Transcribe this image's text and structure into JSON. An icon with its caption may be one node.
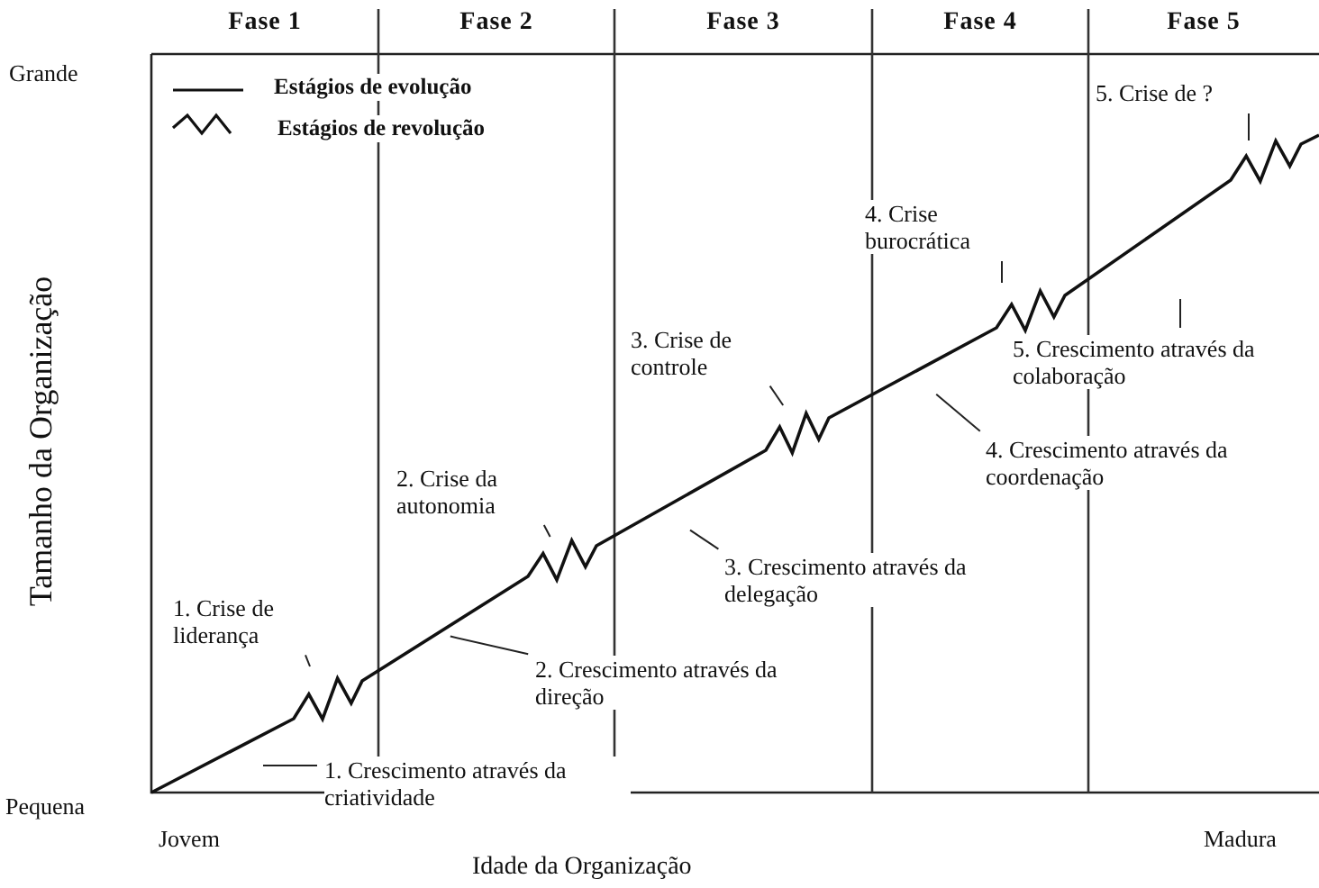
{
  "diagram": {
    "nodes": [
      {
        "text": [
          "5. Crise de ?"
        ]
      },
      {
        "text": [
          "4. Crise burocrática"
        ]
      },
      {
        "text": [
          "5. Crescimento através da colaboração"
        ]
      },
      {
        "text": [
          "3. Crise de controle"
        ]
      },
      {
        "text": [
          "4. Crescimento através da coordenação"
        ]
      },
      {
        "text": [
          "2. Crise da autonomia"
        ]
      },
      {
        "text": [
          "3. Crescimento através da delegação"
        ]
      },
      {
        "text": [
          "1. Crise de liderança"
        ]
      },
      {
        "text": [
          "2. Crescimento através da direção"
        ]
      },
      {
        "text": [
          "1. Crescimento através da criatividade"
        ]
      }
    ],
    "edges": [
      {
        "from": 0,
        "to": null,
        "arrow": "none"
      },
      {
        "from": 1,
        "to": null,
        "arrow": "none"
      },
      {
        "from": 2,
        "to": null,
        "arrow": "none"
      },
      {
        "from": 3,
        "to": null,
        "arrow": "none"
      },
      {
        "from": 4,
        "to": null,
        "arrow": "none"
      },
      {
        "from": 5,
        "to": null,
        "arrow": "none"
      },
      {
        "from": 6,
        "to": null,
        "arrow": "none"
      },
      {
        "from": 7,
        "to": null,
        "arrow": "none"
      },
      {
        "from": 8,
        "to": null,
        "arrow": "none"
      },
      {
        "from": 9,
        "to": null,
        "arrow": "none"
      }
    ],
    "labels": [
      "Fase 1",
      "Fase 2",
      "Fase 3",
      "Fase 4",
      "Fase 5",
      "Grande",
      "Tamanho da Organização",
      "Pequena",
      "Jovem",
      "Idade da Organização",
      "Madura"
    ],
    "legend": [
      {
        "text": "Estágios de evolução"
      },
      {
        "text": "Estágios de revolução"
      }
    ]
  }
}
